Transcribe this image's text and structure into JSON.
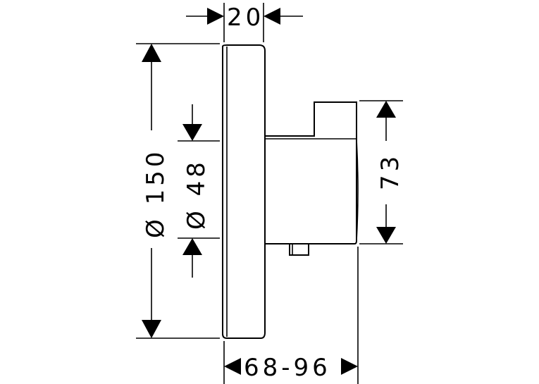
{
  "drawing": {
    "line_color": "#000000",
    "background": "#ffffff",
    "dimensions": {
      "top_width": "20",
      "outer_diameter": "Ø 150",
      "inner_diameter": "Ø 48",
      "right_height": "73",
      "bottom_depth": "68-96"
    }
  }
}
